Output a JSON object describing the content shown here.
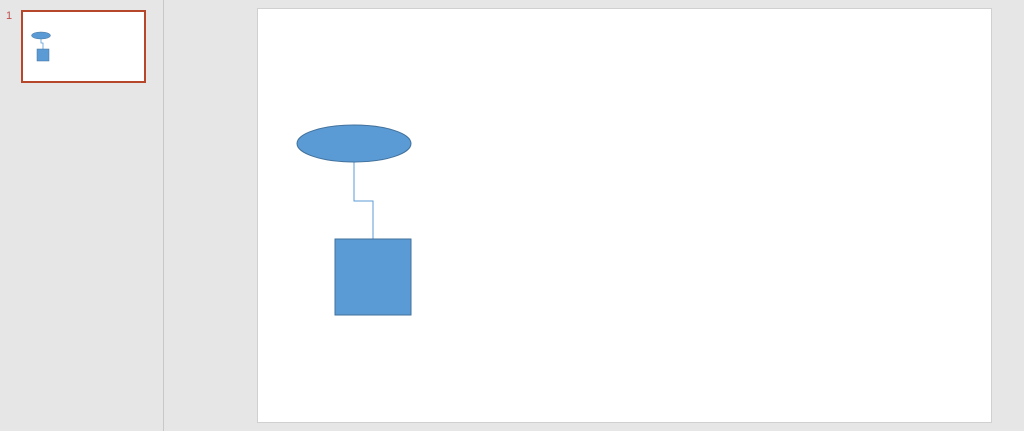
{
  "colors": {
    "shape_fill": "#5b9bd5",
    "shape_stroke": "#41719c",
    "connector": "#5b9bd5",
    "selection_border": "#b7472a",
    "slide_number_text": "#c0504d"
  },
  "thumbnails": [
    {
      "number": "1",
      "selected": true
    }
  ],
  "slide": {
    "shapes": [
      {
        "kind": "ellipse"
      },
      {
        "kind": "rectangle"
      },
      {
        "kind": "elbow-connector"
      }
    ]
  }
}
